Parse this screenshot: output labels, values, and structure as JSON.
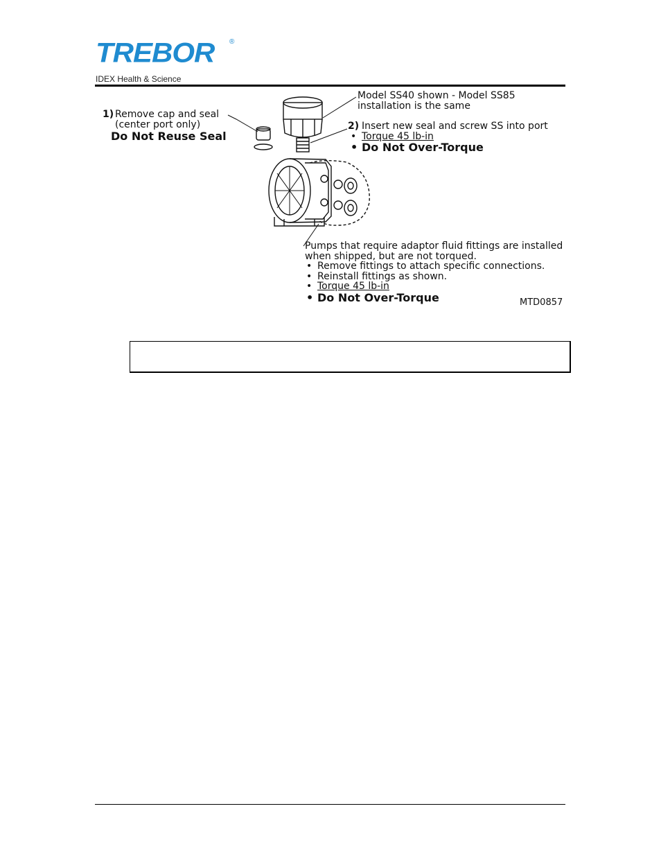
{
  "header": {
    "logo_text": "TREBOR",
    "logo_reg": "®",
    "subbrand": "IDEX Health & Science"
  },
  "figure": {
    "step1": {
      "number": "1)",
      "line1": "Remove cap and seal",
      "line2": "(center port only)",
      "warning": "Do Not Reuse Seal"
    },
    "model_note": {
      "line1": "Model SS40 shown - Model SS85",
      "line2": "installation is the same"
    },
    "step2": {
      "number": "2)",
      "text": "Insert new seal and screw SS into port",
      "torque": "Torque 45 lb-in",
      "warning": "Do Not Over-Torque"
    },
    "fittings_note": {
      "line1": "Pumps that require adaptor fluid fittings are installed",
      "line2": "when shipped, but are not torqued.",
      "bullets": [
        "Remove fittings to attach specific connections.",
        "Reinstall fittings as shown.",
        "Torque 45 lb-in"
      ],
      "warning": "Do Not Over-Torque"
    },
    "figure_id": "MTD0857"
  }
}
